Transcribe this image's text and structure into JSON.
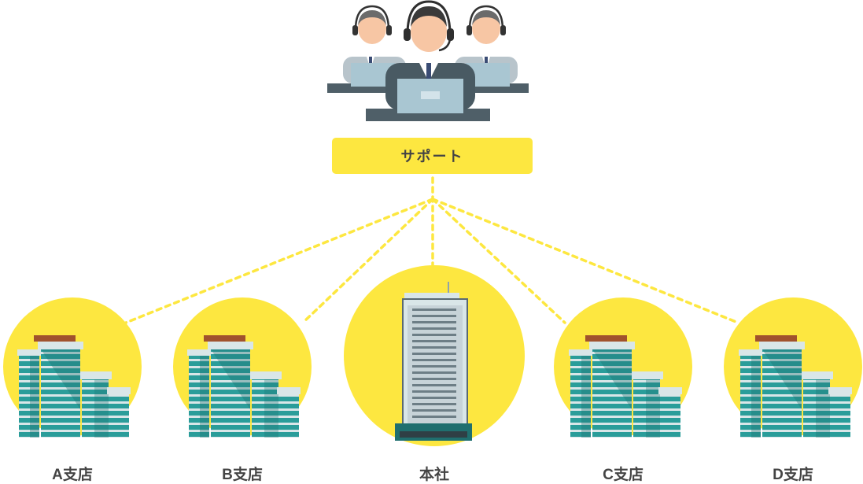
{
  "support": {
    "label": "サポート"
  },
  "nodes": [
    {
      "id": "a",
      "label": "A支店",
      "type": "branch"
    },
    {
      "id": "b",
      "label": "B支店",
      "type": "branch"
    },
    {
      "id": "hq",
      "label": "本社",
      "type": "headquarters"
    },
    {
      "id": "c",
      "label": "C支店",
      "type": "branch"
    },
    {
      "id": "d",
      "label": "D支店",
      "type": "branch"
    }
  ],
  "colors": {
    "accent_yellow": "#FDE740",
    "connector_yellow": "#FDE740",
    "label_text": "#444444",
    "building_teal": "#2A9D9A",
    "building_dark": "#1F6F6F",
    "roof_brown": "#A0522D",
    "agent_suit": "#495A63",
    "laptop": "#A9C6D2"
  },
  "icons": {
    "support_team": "call-center-agents-icon",
    "branch": "office-buildings-icon",
    "headquarters": "skyscraper-icon"
  }
}
